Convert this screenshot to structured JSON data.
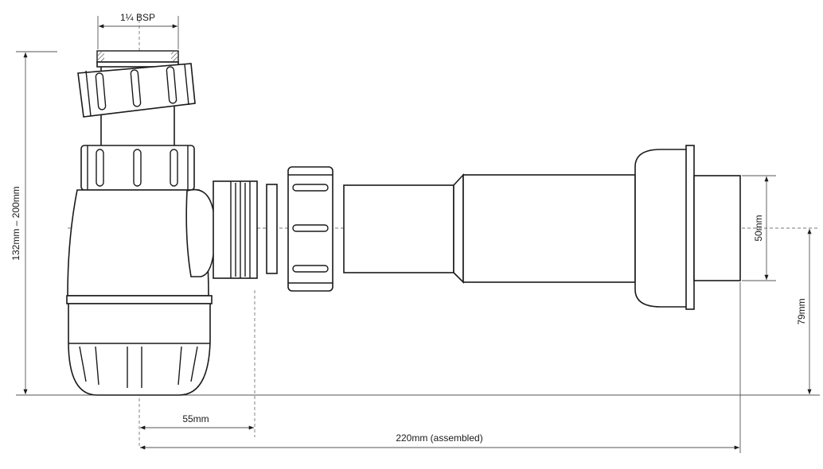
{
  "dimensions": {
    "thread": "1¼ BSP",
    "height_range": "132mm – 200mm",
    "outlet_offset": "55mm",
    "assembled_length": "220mm (assembled)",
    "pipe_diameter": "50mm",
    "outlet_height": "79mm"
  },
  "colors": {
    "line": "#1a1a1a",
    "dimension": "#555555"
  }
}
